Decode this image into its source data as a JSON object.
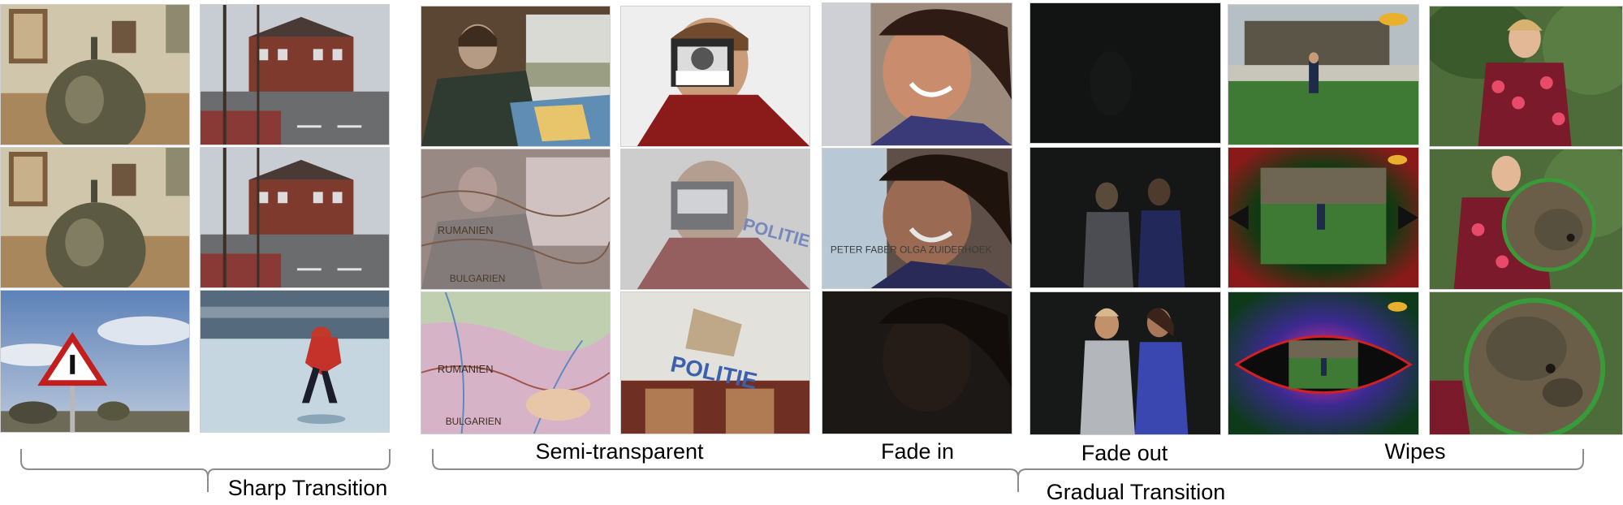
{
  "labels": {
    "sharp": "Sharp Transition",
    "semi": "Semi-transparent",
    "fade_in": "Fade in",
    "fade_out": "Fade out",
    "wipes": "Wipes",
    "gradual": "Gradual Transition"
  },
  "overlay_text": {
    "map_countries": "RUMANIEN",
    "map_countries2": "BULGARIEN",
    "politie": "POLITIE",
    "name_card": "PETER FABER OLGA ZUIDERHOEK"
  }
}
